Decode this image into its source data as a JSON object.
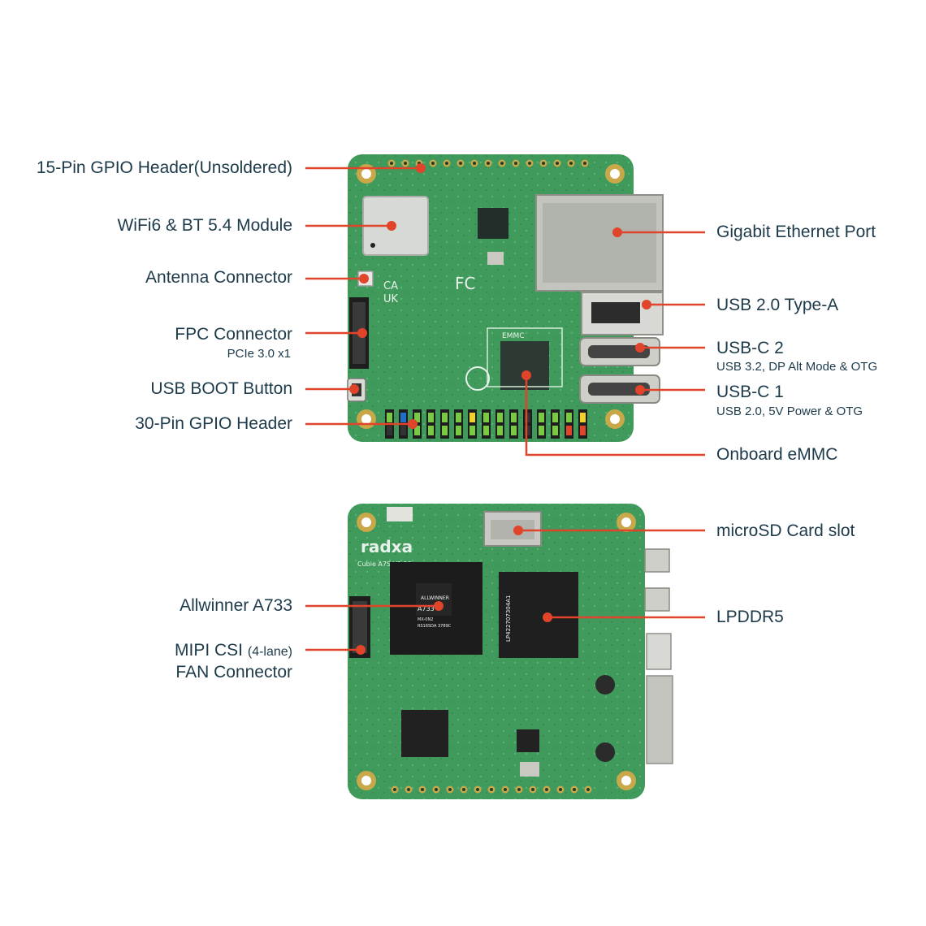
{
  "colors": {
    "pcb": "#3f9a5c",
    "pcb_dark": "#2f7c48",
    "leader": "#e0442a",
    "text": "#1d3a4a",
    "gold": "#c9a84a"
  },
  "top_board": {
    "labels": {
      "gpio15": "15-Pin GPIO Header(Unsoldered)",
      "wifi": "WiFi6 & BT 5.4 Module",
      "antenna": "Antenna Connector",
      "fpc": "FPC Connector",
      "fpc_sub": "PCIe 3.0 x1",
      "usb_boot": "USB BOOT Button",
      "gpio30": "30-Pin GPIO Header",
      "ethernet": "Gigabit Ethernet Port",
      "usb2a": "USB 2.0 Type-A",
      "usbc2": "USB-C 2",
      "usbc2_sub": "USB 3.2, DP Alt Mode & OTG",
      "usbc1": "USB-C 1",
      "usbc1_sub": "USB 2.0, 5V Power & OTG",
      "emmc": "Onboard eMMC"
    },
    "silkscreen": {
      "emmc": "EMMC",
      "fc": "FC",
      "uk": "UK",
      "ca": "CA"
    }
  },
  "bottom_board": {
    "labels": {
      "microsd": "microSD Card slot",
      "soc": "Allwinner A733",
      "mipi_main": "MIPI CSI ",
      "mipi_lane": "(4-lane)",
      "fan": "FAN Connector",
      "lpddr": "LPDDR5"
    },
    "silkscreen": {
      "brand": "radxa",
      "model": "Cubie A7S V1.10",
      "soc_vendor": "ALLWINNER",
      "soc_model": "A733",
      "soc_line1": "MX-0N2",
      "soc_line2": "RS16SDA 3789C",
      "ram_mark": "LP422707304A1"
    }
  }
}
